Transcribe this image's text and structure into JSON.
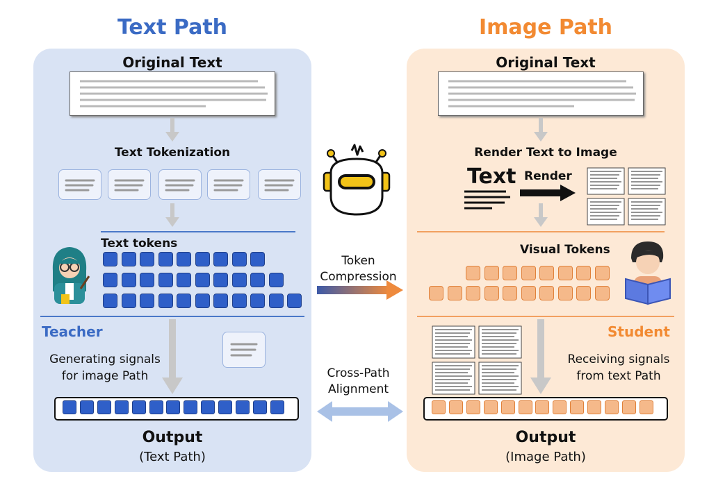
{
  "colors": {
    "text_path": "#3b6bc4",
    "image_path": "#f28a32",
    "text_panel": "#d9e3f4",
    "image_panel": "#fde9d6",
    "blue_token": "#2f5fc8",
    "orange_token": "#f5b98a"
  },
  "text_path": {
    "title": "Text Path",
    "original_text": "Original Text",
    "tokenization": "Text Tokenization",
    "tokens_label": "Text tokens",
    "role": "Teacher",
    "signal_line1": "Generating signals",
    "signal_line2": "for image Path",
    "output": "Output",
    "output_sub": "(Text Path)"
  },
  "image_path": {
    "title": "Image Path",
    "original_text": "Original Text",
    "render_title": "Render Text to Image",
    "text_word": "Text",
    "render_word": "Render",
    "tokens_label": "Visual Tokens",
    "role": "Student",
    "signal_line1": "Receiving signals",
    "signal_line2": "from text Path",
    "output": "Output",
    "output_sub": "(Image Path)"
  },
  "middle": {
    "compression_line1": "Token",
    "compression_line2": "Compression",
    "alignment_line1": "Cross-Path",
    "alignment_line2": "Alignment"
  }
}
